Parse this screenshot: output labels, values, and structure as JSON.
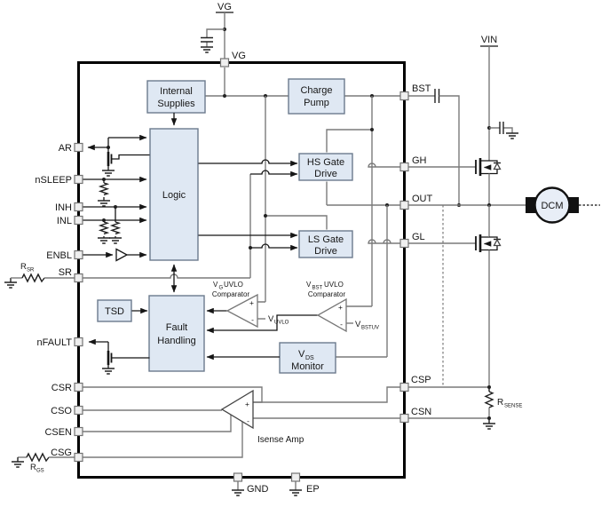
{
  "supplies": {
    "vg": "VG",
    "vin": "VIN"
  },
  "pins": {
    "top": {
      "vg": "VG"
    },
    "left": {
      "ar": "AR",
      "nsleep": "nSLEEP",
      "inh": "INH",
      "inl": "INL",
      "enbl": "ENBL",
      "sr": "SR",
      "nfault": "nFAULT",
      "csr": "CSR",
      "cso": "CSO",
      "csen": "CSEN",
      "csg": "CSG"
    },
    "right": {
      "bst": "BST",
      "gh": "GH",
      "out": "OUT",
      "gl": "GL",
      "csp": "CSP",
      "csn": "CSN"
    },
    "bottom": {
      "gnd": "GND",
      "ep": "EP"
    }
  },
  "blocks": {
    "internal_supplies": {
      "line1": "Internal",
      "line2": "Supplies"
    },
    "charge_pump": {
      "line1": "Charge",
      "line2": "Pump"
    },
    "logic": {
      "label": "Logic"
    },
    "hs_gate": {
      "line1": "HS Gate",
      "line2": "Drive"
    },
    "ls_gate": {
      "line1": "LS Gate",
      "line2": "Drive"
    },
    "tsd": {
      "label": "TSD"
    },
    "fault": {
      "line1": "Fault",
      "line2": "Handling"
    },
    "vds_monitor": {
      "main": "V",
      "sub": "DS",
      "line2": "Monitor"
    }
  },
  "comparators": {
    "vg_uvlo": {
      "t1_main": "V",
      "t1_sub": "G",
      "t1_rest": "UVLO",
      "t2": "Comparator",
      "plus": "+",
      "minus": "-",
      "ref_main": "V",
      "ref_sub": "UVLO"
    },
    "vbst_uvlo": {
      "t1_main": "V",
      "t1_sub": "BST",
      "t1_rest": "UVLO",
      "t2": "Comparator",
      "plus": "+",
      "minus": "-",
      "ref_main": "V",
      "ref_sub": "BSTUV"
    }
  },
  "amplifier": {
    "label": "Isense Amp",
    "plus": "+",
    "minus": "-"
  },
  "resistors": {
    "rsr": {
      "main": "R",
      "sub": "SR"
    },
    "rgs": {
      "main": "R",
      "sub": "GS"
    },
    "rsense": {
      "main": "R",
      "sub": "SENSE"
    }
  },
  "motor": {
    "label": "DCM"
  },
  "colors": {
    "block_fill": "#dfe8f3",
    "block_border": "#6b7a8d",
    "wire": "#7a7a7a",
    "signal": "#151515",
    "ic_border": "#000000"
  }
}
